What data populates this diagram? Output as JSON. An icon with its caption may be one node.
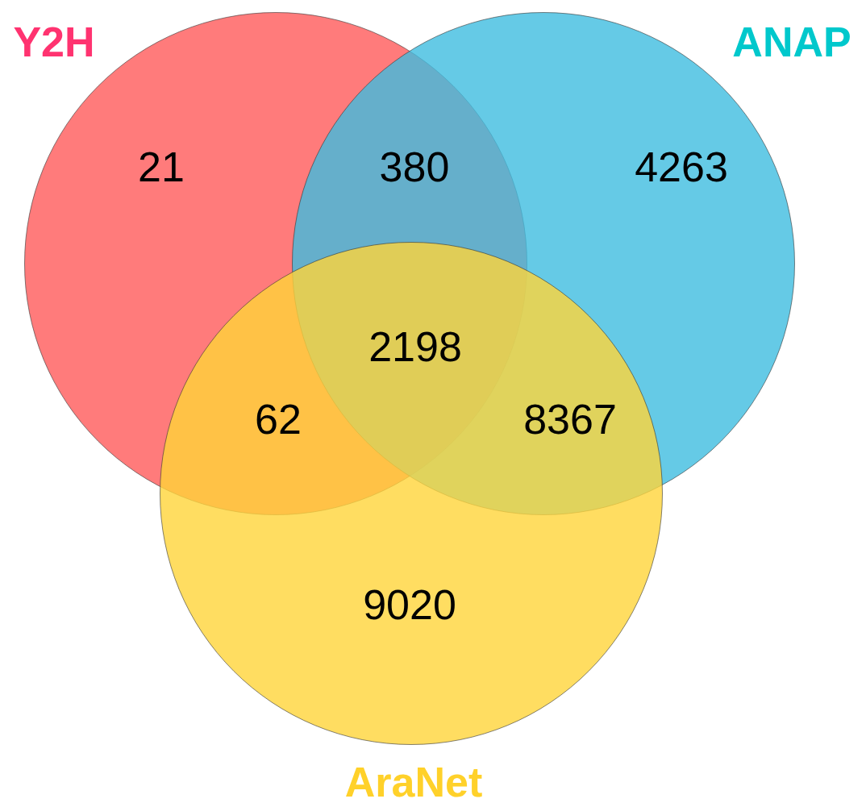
{
  "diagram": {
    "nodes": [
      {
        "text": [
          "Y2H",
          "21"
        ]
      },
      {
        "text": [
          "ANAP",
          "4263"
        ]
      },
      {
        "text": [
          "9020",
          "AraNet"
        ]
      }
    ],
    "labels": [
      "380",
      "2198",
      "62",
      "8367"
    ]
  }
}
